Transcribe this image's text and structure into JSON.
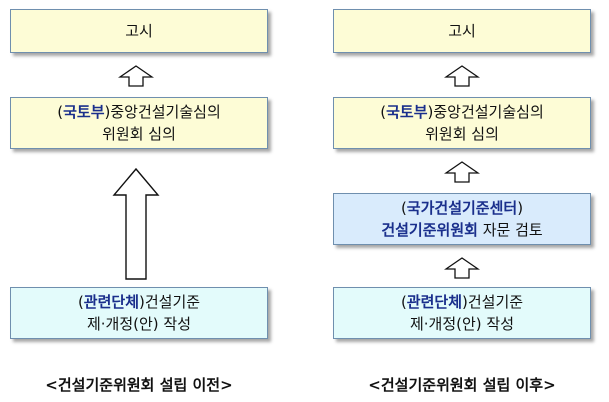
{
  "left": {
    "notice": "고시",
    "review": {
      "org": "국토부",
      "line1_rest": "중앙건설기술심의",
      "line2": "위원회 심의"
    },
    "draft": {
      "org": "관련단체",
      "line1_rest": "건설기준",
      "line2": "제·개정(안) 작성"
    },
    "caption": "<건설기준위원회 설립 이전>"
  },
  "right": {
    "notice": "고시",
    "review": {
      "org": "국토부",
      "line1_rest": "중앙건설기술심의",
      "line2": "위원회 심의"
    },
    "advisory": {
      "line1": "국가건설기준센터",
      "committee": "건설기준위원회",
      "line2_rest": "자문 검토"
    },
    "draft": {
      "org": "관련단체",
      "line1_rest": "건설기준",
      "line2": "제·개정(안) 작성"
    },
    "caption": "<건설기준위원회 설립 이후>"
  },
  "colors": {
    "notice_fill": "#fdfcd6",
    "draft_fill": "#e3fbfb",
    "advisory_fill": "#d9ebfc",
    "emphasis_text": "#1a2f8c",
    "border": "#6f8fae"
  }
}
